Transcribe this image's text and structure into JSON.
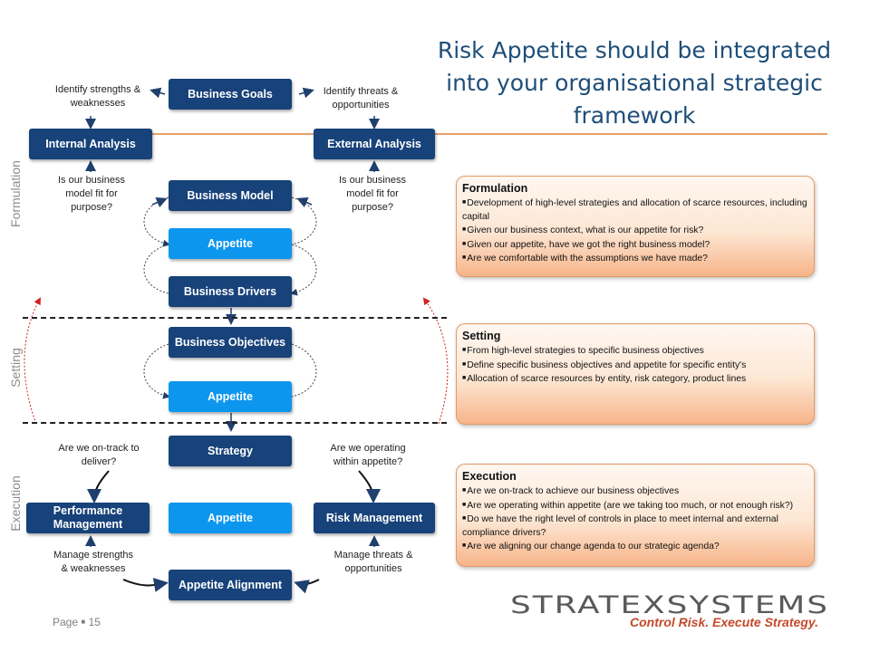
{
  "title": "Risk Appetite should be integrated into your organisational strategic framework",
  "phases": {
    "formulation": "Formulation",
    "setting": "Setting",
    "execution": "Execution"
  },
  "boxes": {
    "business_goals": "Business Goals",
    "internal_analysis": "Internal Analysis",
    "external_analysis": "External Analysis",
    "business_model": "Business Model",
    "appetite_1": "Appetite",
    "business_drivers": "Business Drivers",
    "business_objectives": "Business Objectives",
    "appetite_2": "Appetite",
    "strategy": "Strategy",
    "performance_management": "Performance Management",
    "appetite_3": "Appetite",
    "risk_management": "Risk Management",
    "appetite_alignment": "Appetite Alignment"
  },
  "notes": {
    "strengths": "Identify strengths & weaknesses",
    "threats": "Identify threats & opportunities",
    "fit_left": "Is our business model fit for purpose?",
    "fit_right": "Is our business model fit for purpose?",
    "on_track": "Are we on-track to deliver?",
    "within_appetite": "Are we operating within appetite?",
    "manage_strengths": "Manage strengths & weaknesses",
    "manage_threats": "Manage threats & opportunities"
  },
  "panels": {
    "formulation": {
      "heading": "Formulation",
      "items": [
        "Development of high-level strategies and allocation of scarce resources, including capital",
        "Given our business context, what is our appetite for risk?",
        "Given our appetite, have we got the right business model?",
        "Are we comfortable with the assumptions we have made?"
      ]
    },
    "setting": {
      "heading": "Setting",
      "items": [
        "From high-level strategies to specific business objectives",
        "Define specific business objectives and appetite for specific entity's",
        "Allocation of scarce resources by entity, risk category, product lines"
      ]
    },
    "execution": {
      "heading": "Execution",
      "items": [
        "Are we on-track to achieve our business objectives",
        "Are we operating within appetite (are we taking too much, or not enough risk?)",
        "Do we have the right level of controls in place to meet internal and external compliance drivers?",
        "Are we aligning our change agenda to our strategic agenda?"
      ]
    }
  },
  "logo": {
    "text": "STRATEXSYSTEMS",
    "tagline": "Control Risk. Execute Strategy."
  },
  "footer": {
    "page_label": "Page",
    "page_number": "15"
  },
  "colors": {
    "dark_box": "#17427a",
    "light_box": "#0d96ee",
    "title": "#1f4e79",
    "tagline": "#c44a2a",
    "panel_border": "#e49a63"
  }
}
